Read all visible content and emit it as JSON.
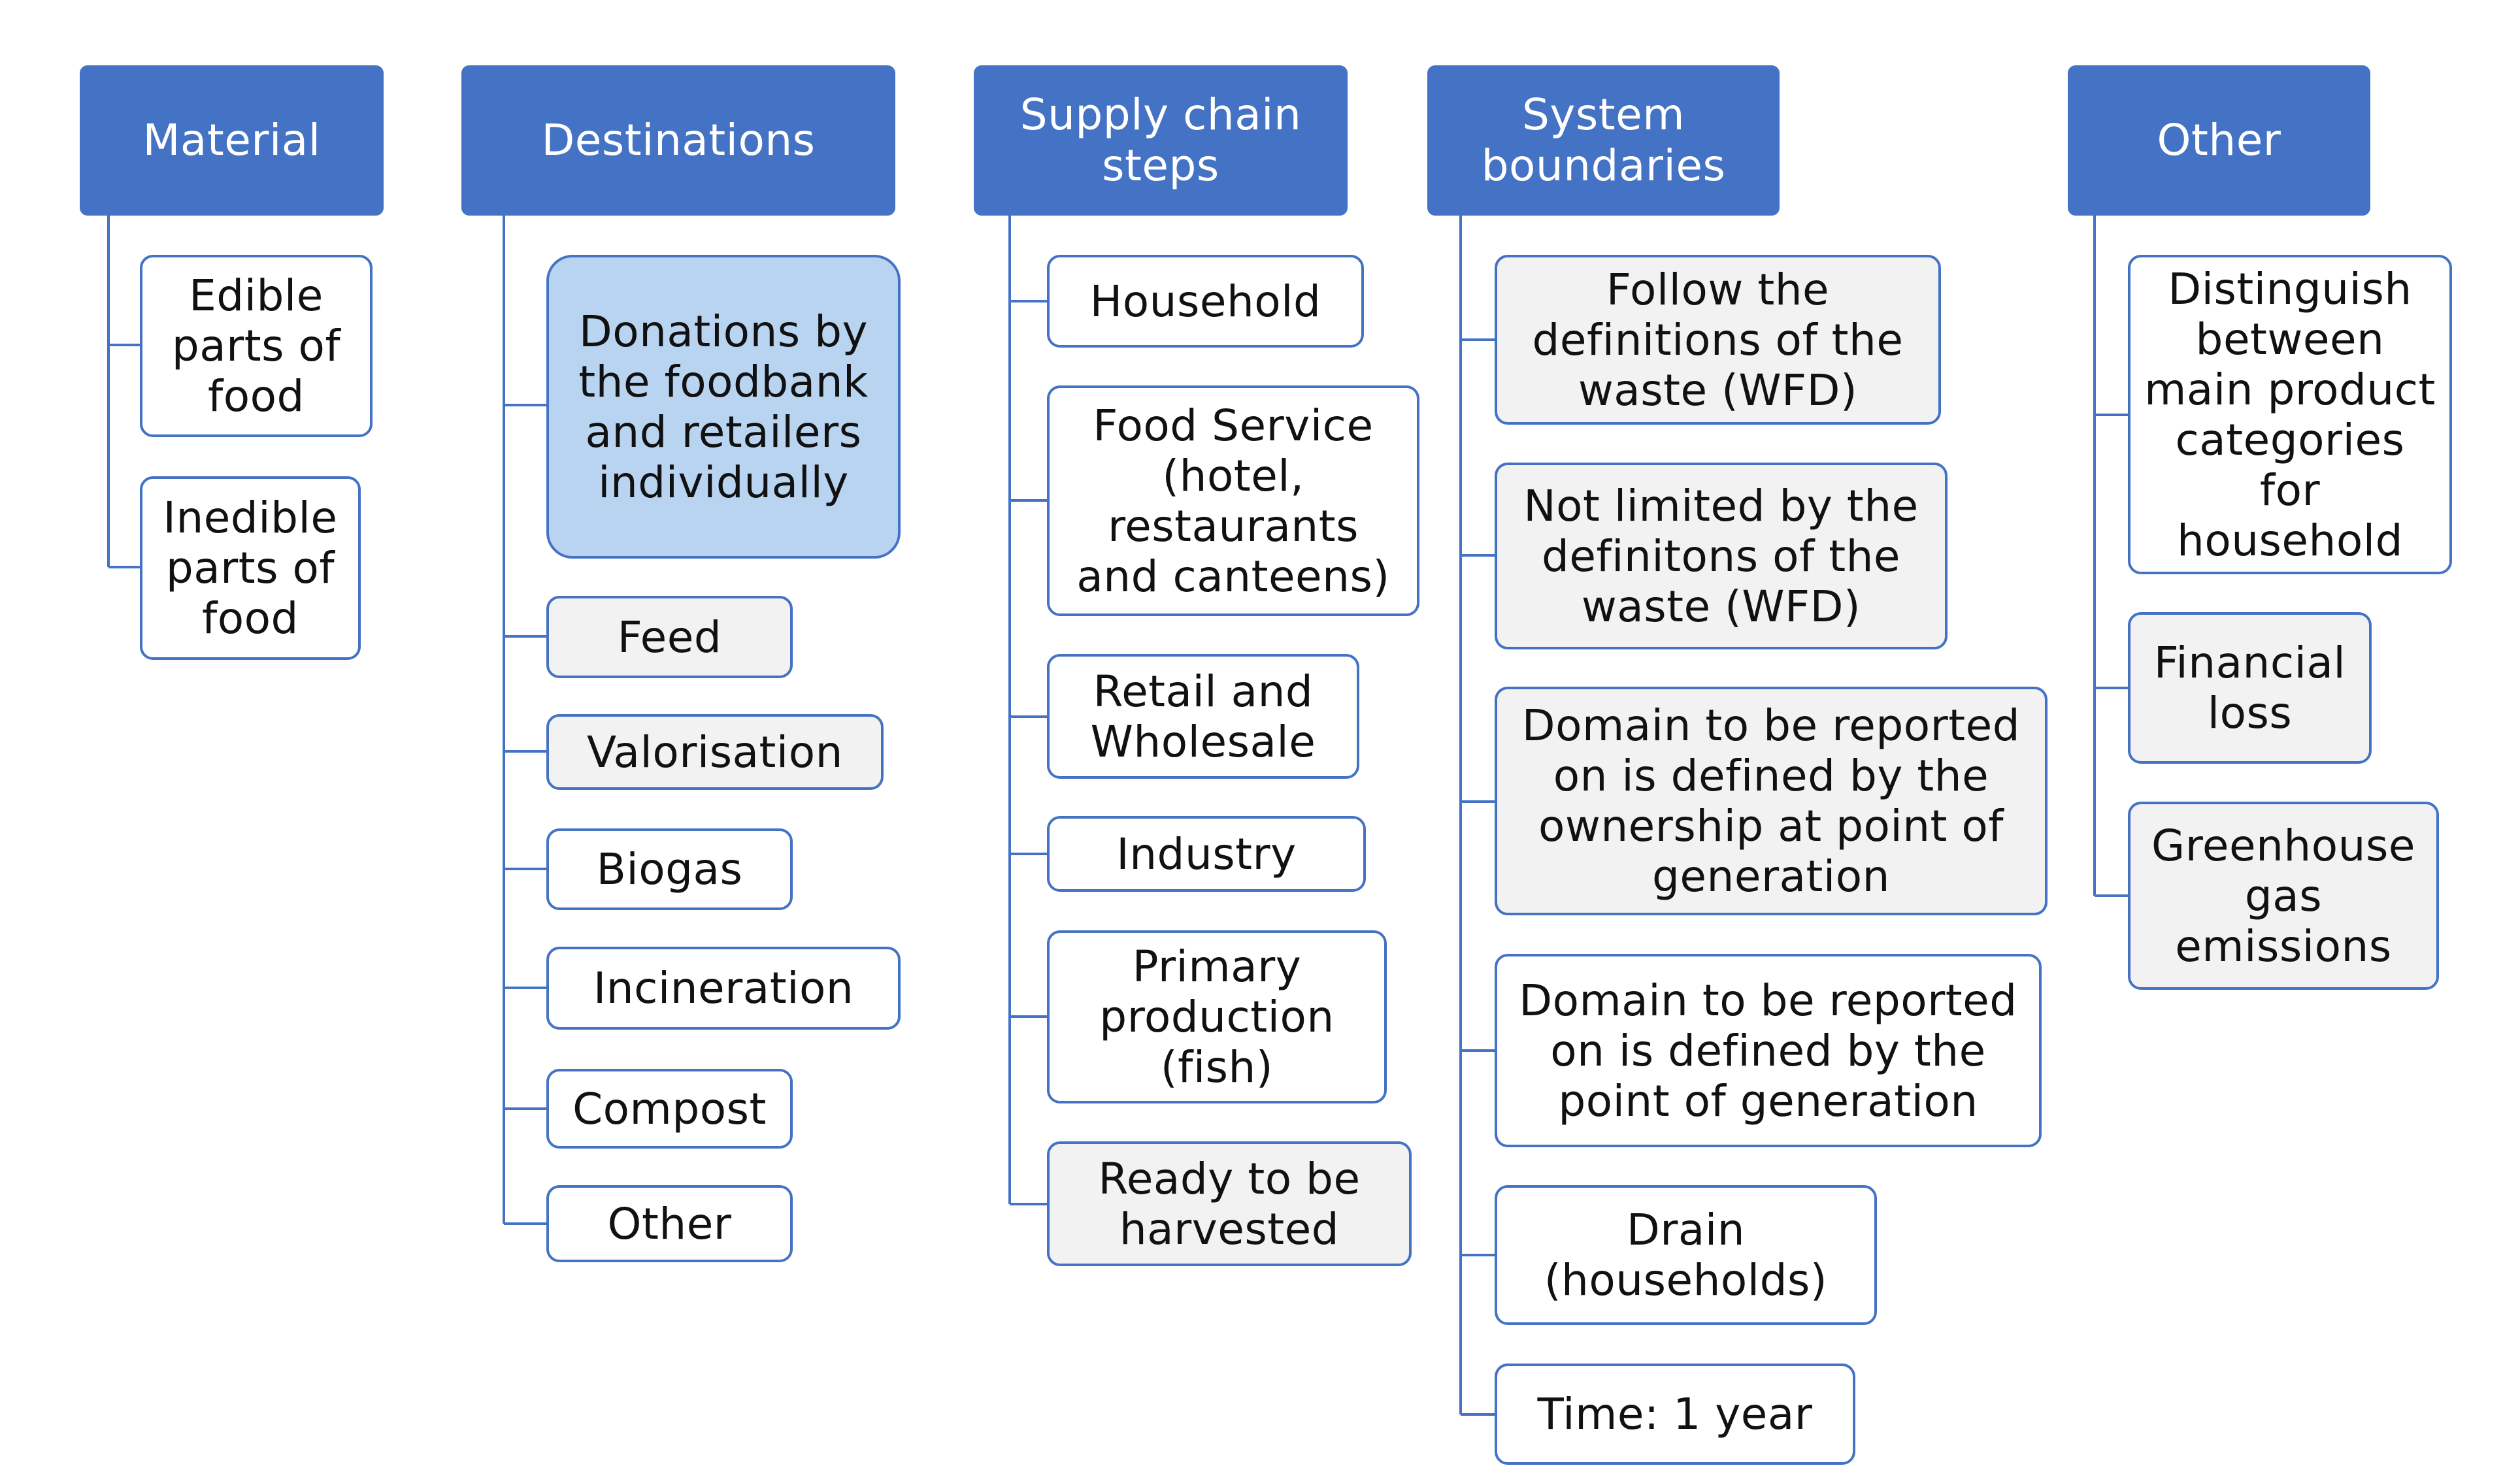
{
  "diagram": {
    "columns": {
      "material": {
        "header": "Material",
        "items": [
          "Edible\nparts of\nfood",
          "Inedible\nparts of\nfood"
        ]
      },
      "destinations": {
        "header": "Destinations",
        "items": [
          "Donations by\nthe foodbank\nand retailers\nindividually",
          "Feed",
          "Valorisation",
          "Biogas",
          "Incineration",
          "Compost",
          "Other"
        ]
      },
      "supply_chain": {
        "header": "Supply chain\nsteps",
        "items": [
          "Household",
          "Food Service\n(hotel,\nrestaurants\nand canteens)",
          "Retail and\nWholesale",
          "Industry",
          "Primary\nproduction\n(fish)",
          "Ready to be\nharvested"
        ]
      },
      "system_boundaries": {
        "header": "System\nboundaries",
        "items": [
          "Follow the\ndefinitions of the\nwaste (WFD)",
          "Not limited by the\ndefinitons of the\nwaste (WFD)",
          "Domain to be reported\non is defined by the\nownership at point of\ngeneration",
          "Domain to be reported\non is defined by the\npoint of generation",
          "Drain\n(households)",
          "Time: 1 year"
        ]
      },
      "other": {
        "header": "Other",
        "items": [
          "Distinguish\nbetween\nmain product\ncategories\nfor household",
          "Financial\nloss",
          "Greenhouse\ngas\nemissions"
        ]
      }
    },
    "colors": {
      "header_fill": "#4472c4",
      "border": "#4472c4",
      "highlight_fill": "#b9d4f1",
      "grey_fill": "#f2f2f2",
      "white_fill": "#ffffff"
    }
  }
}
